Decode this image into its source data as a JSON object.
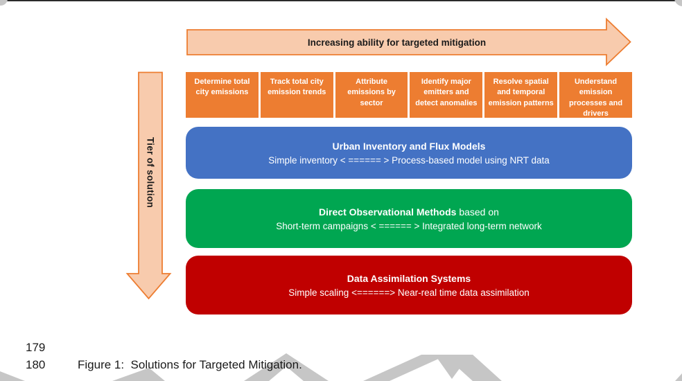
{
  "figure": {
    "top_arrow_label": "Increasing ability for targeted mitigation",
    "side_arrow_label": "Tier of solution",
    "capabilities": [
      "Determine total city emissions",
      "Track total city emission trends",
      "Attribute emissions by sector",
      "Identify major emitters and detect anomalies",
      "Resolve spatial and temporal emission patterns",
      "Understand emission processes and drivers"
    ],
    "tiers": [
      {
        "title_bold": "Urban Inventory and Flux Models",
        "title_rest": "",
        "subtitle": "Simple inventory < ====== > Process-based model using NRT data",
        "color": "#4472C4"
      },
      {
        "title_bold": "Direct Observational Methods",
        "title_rest": " based on",
        "subtitle": "Short-term campaigns < ====== > Integrated long-term network",
        "color": "#00A651"
      },
      {
        "title_bold": "Data Assimilation Systems",
        "title_rest": "",
        "subtitle": "Simple scaling <======> Near-real time data assimilation",
        "color": "#C00000"
      }
    ]
  },
  "document": {
    "line_numbers": [
      "179",
      "180"
    ],
    "caption": "Figure 1:  Solutions for Targeted Mitigation."
  },
  "colors": {
    "arrow_fill": "#F8CBAD",
    "arrow_border": "#ED7D31",
    "capability_box": "#ED7D31",
    "tier_blue": "#4472C4",
    "tier_green": "#00A651",
    "tier_red": "#C00000",
    "watermark_gray": "#C6C6C6"
  }
}
